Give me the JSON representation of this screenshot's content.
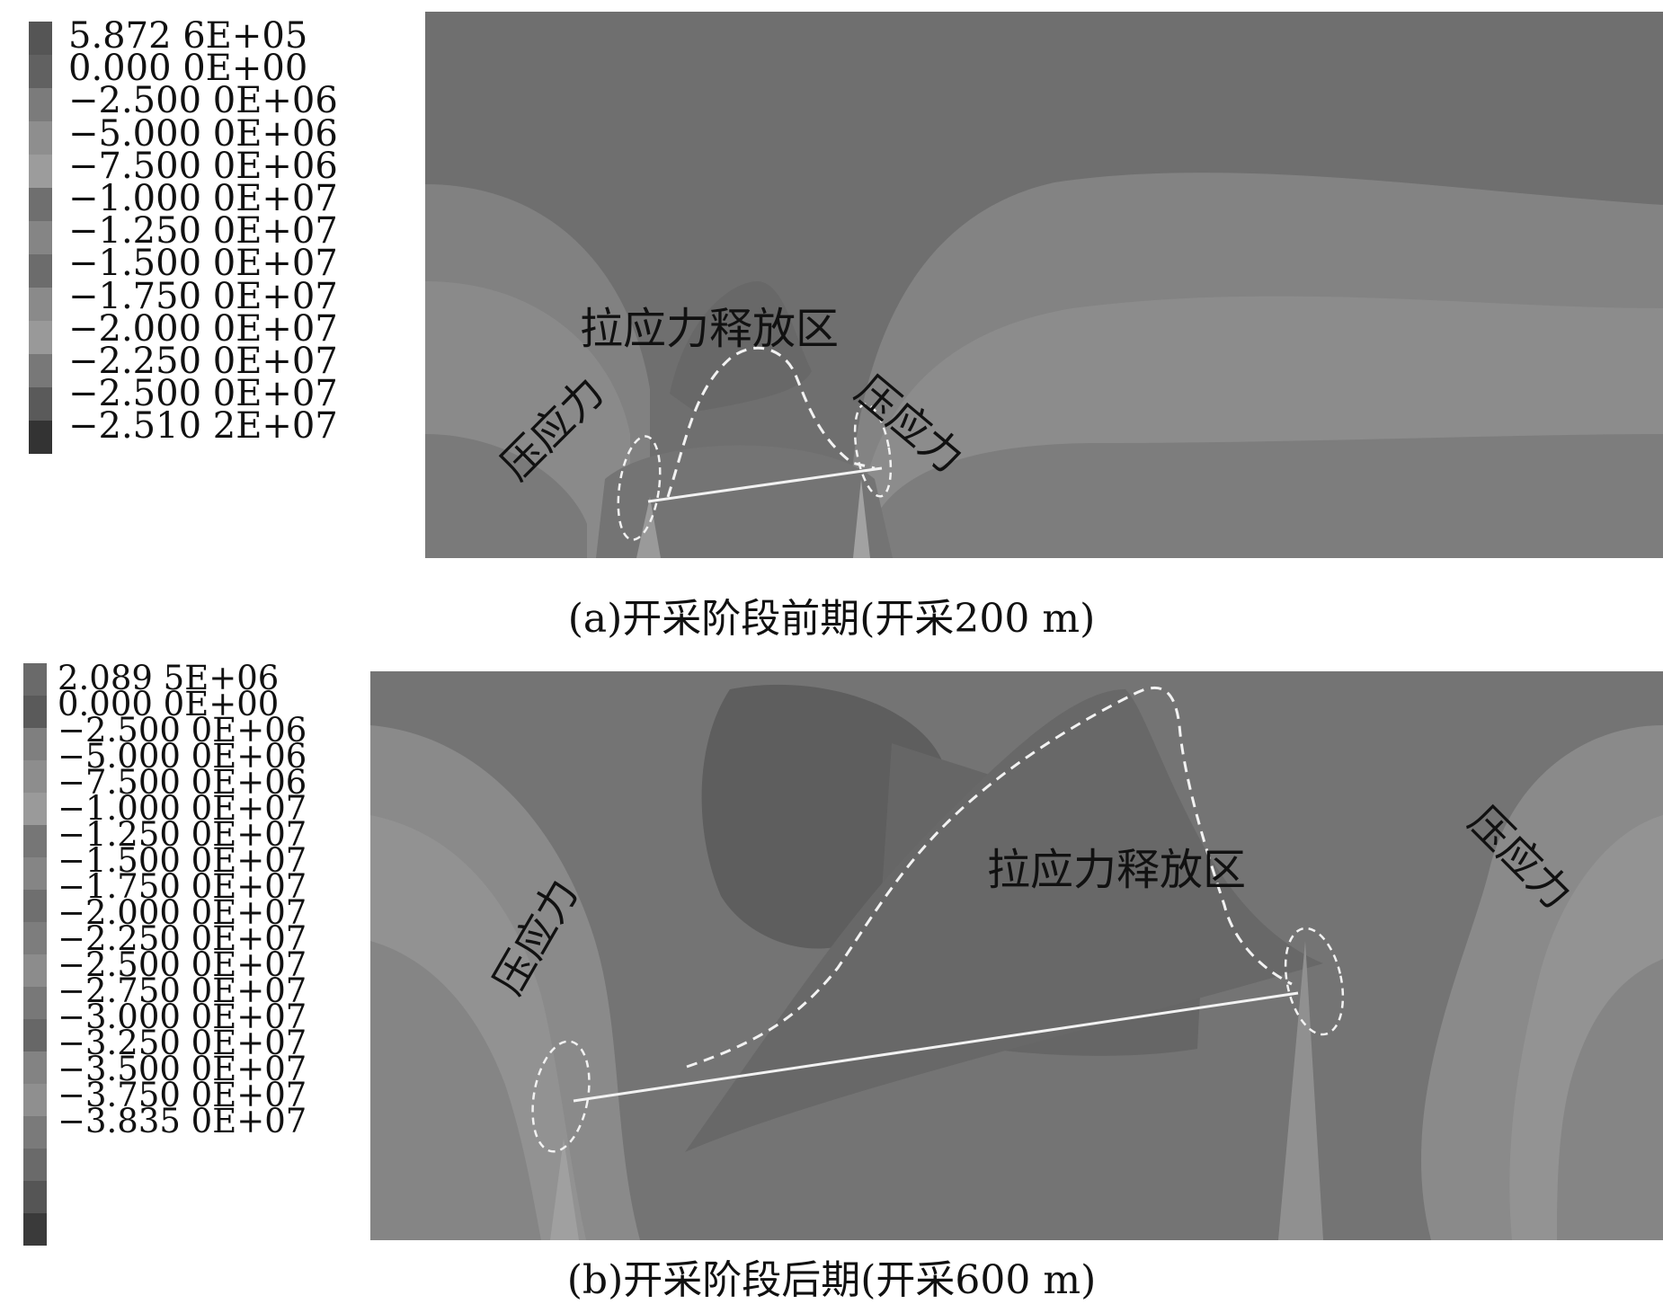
{
  "panel_a": {
    "legend_labels": [
      "5.872 6E+05",
      "0.000 0E+00",
      "−2.500 0E+06",
      "−5.000 0E+06",
      "−7.500 0E+06",
      "−1.000 0E+07",
      "−1.250 0E+07",
      "−1.500 0E+07",
      "−1.750 0E+07",
      "−2.000 0E+07",
      "−2.250 0E+07",
      "−2.500 0E+07",
      "−2.510 2E+07"
    ],
    "legend_colors": [
      "#555555",
      "#616161",
      "#7b7b7b",
      "#8e8e8e",
      "#9c9c9c",
      "#6f6f6f",
      "#858585",
      "#6c6c6c",
      "#8a8a8a",
      "#999999",
      "#787878",
      "#5a5a5a",
      "#333333"
    ],
    "annotations": {
      "tension_release_zone": "拉应力释放区",
      "compressive_stress_left": "压应力",
      "compressive_stress_right": "压应力"
    },
    "caption": "(a)开采阶段前期(开采200 m)"
  },
  "panel_b": {
    "legend_labels": [
      "2.089 5E+06",
      "0.000 0E+00",
      "−2.500 0E+06",
      "−5.000 0E+06",
      "−7.500 0E+06",
      "−1.000 0E+07",
      "−1.250 0E+07",
      "−1.500 0E+07",
      "−1.750 0E+07",
      "−2.000 0E+07",
      "−2.250 0E+07",
      "−2.500 0E+07",
      "−2.750 0E+07",
      "−3.000 0E+07",
      "−3.250 0E+07",
      "−3.500 0E+07",
      "−3.750 0E+07",
      "−3.835 0E+07"
    ],
    "legend_colors": [
      "#6a6a6a",
      "#5a5a5a",
      "#7f7f7f",
      "#8d8d8d",
      "#9a9a9a",
      "#767676",
      "#858585",
      "#6f6f6f",
      "#7d7d7d",
      "#8c8c8c",
      "#787878",
      "#676767",
      "#838383",
      "#8f8f8f",
      "#7a7a7a",
      "#6a6a6a",
      "#555555",
      "#3a3a3a"
    ],
    "annotations": {
      "tension_release_zone": "拉应力释放区",
      "compressive_stress_left": "压应力",
      "compressive_stress_right": "压应力"
    },
    "caption": "(b)开采阶段后期(开采600 m)"
  }
}
